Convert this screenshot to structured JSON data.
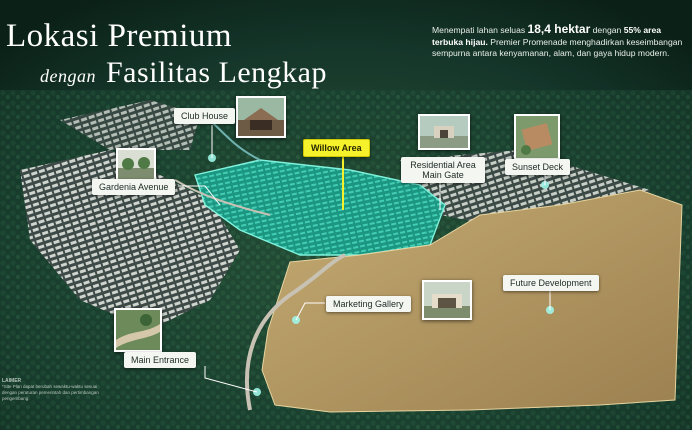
{
  "headline": {
    "line1": "Lokasi Premium",
    "line2_lead": "dengan",
    "line2_main": "Fasilitas Lengkap"
  },
  "intro": {
    "p1": "Menempati lahan seluas",
    "area_value": "18,4 hektar",
    "p2": "dengan",
    "open_area": "55% area terbuka hijau.",
    "p3": "Premier Promenade menghadirkan keseimbangan sempurna antara kenyamanan, alam, dan gaya hidup modern."
  },
  "labels": {
    "club_house": "Club House",
    "gardenia": "Gardenia Avenue",
    "willow": "Willow Area",
    "residential_gate": "Residential Area Main Gate",
    "sunset_deck": "Sunset Deck",
    "future_dev": "Future Development",
    "marketing_gallery": "Marketing Gallery",
    "main_entrance": "Main Entrance"
  },
  "disclaimer": {
    "heading": "LAIMER",
    "body": "*Site Plan dapat berubah sewaktu-waktu sesuai dengan peraturan pemerintah dan pertimbangan pengembang."
  },
  "colors": {
    "forest": "#163b2b",
    "highlight_area": "#1f9f8a",
    "future_land": "#b49a62",
    "callout_yellow": "#f5f12a"
  }
}
